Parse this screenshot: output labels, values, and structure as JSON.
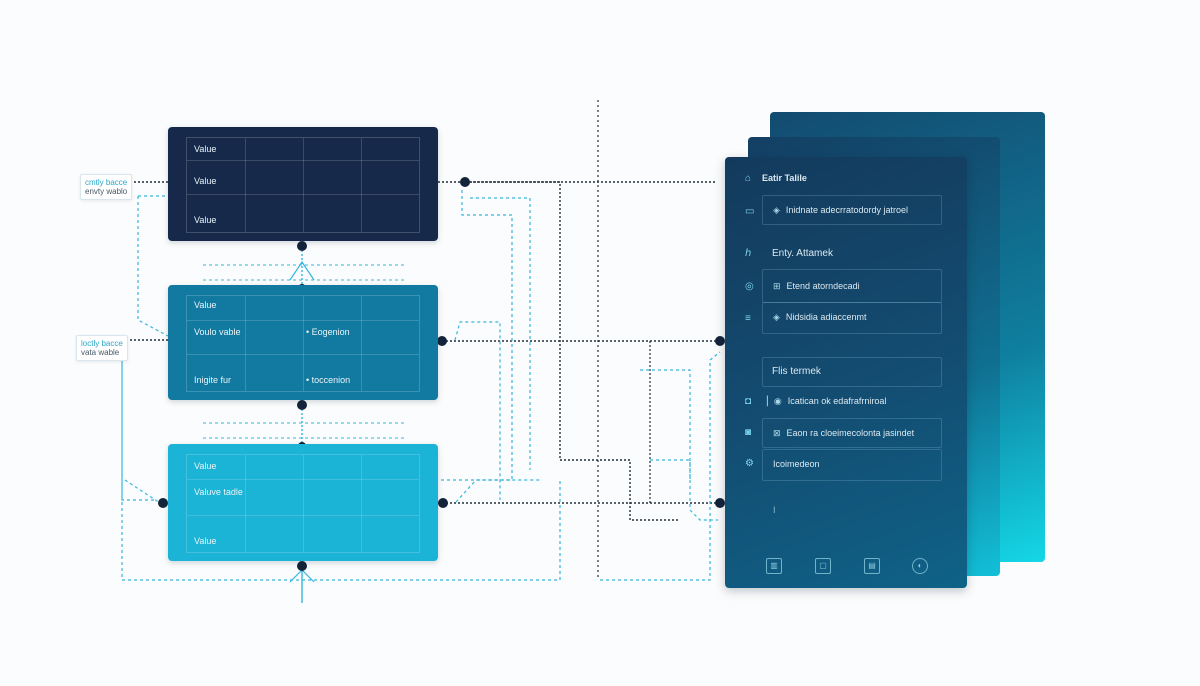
{
  "notes": [
    {
      "line1": "cmtly bacce",
      "line2": "envty wablo"
    },
    {
      "line1": "loctly bacce",
      "line2": "vata wable"
    }
  ],
  "tables": [
    {
      "rows": [
        "Value",
        "Value",
        "Value"
      ],
      "col2": [
        "",
        "",
        ""
      ]
    },
    {
      "rows": [
        "Value",
        "Voulo vable",
        "Inigite fur"
      ],
      "col2": [
        "",
        "• Eogenion",
        "• toccenion"
      ]
    },
    {
      "rows": [
        "Value",
        "Valuve tadle",
        "Value"
      ],
      "col2": [
        "",
        "",
        ""
      ]
    }
  ],
  "panel": {
    "title": "Eatir Talile",
    "items": [
      {
        "icon": "shield-icon",
        "glyph": "◈",
        "text": "Inidnate adecrratodordy jatroel"
      },
      {
        "icon": "heading",
        "glyph": "",
        "text": "Enty. Attamek"
      },
      {
        "icon": "grid-icon",
        "glyph": "⊞",
        "text": "Etend atorndecadi"
      },
      {
        "icon": "shield-icon",
        "glyph": "◈",
        "text": "Nidsidia adiaccenmt"
      },
      {
        "icon": "heading",
        "glyph": "",
        "text": "Flis termek"
      },
      {
        "icon": "circle-icon",
        "glyph": "◉",
        "text": "Icatican ok edafrafrniroal"
      },
      {
        "icon": "image-icon",
        "glyph": "⊠",
        "text": "Eaon ra cloeimecolonta jasindet"
      },
      {
        "icon": "none",
        "glyph": "",
        "text": "Icoimedeon"
      }
    ],
    "cursor": "I"
  },
  "colors": {
    "table1": "#16294a",
    "table2": "#127aa0",
    "table3": "#1bb3d6",
    "dash_blue": "#36b6de",
    "dash_dark": "#222e3a"
  }
}
